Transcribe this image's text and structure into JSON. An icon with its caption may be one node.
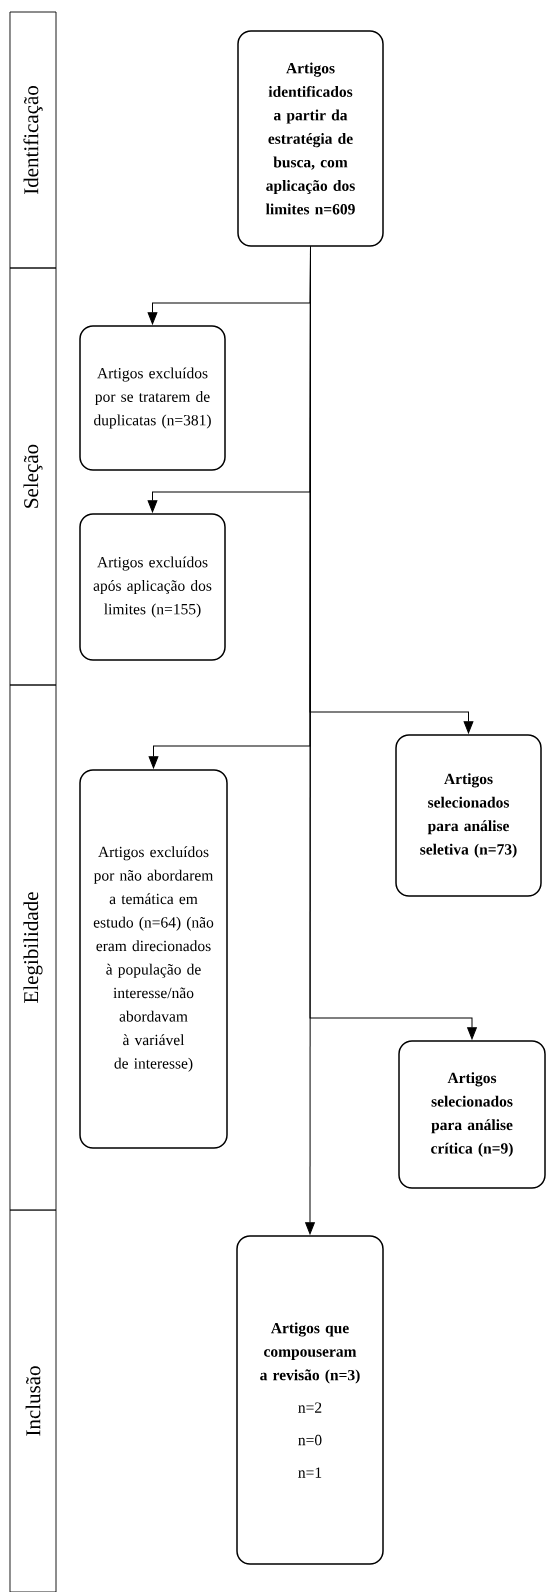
{
  "diagram": {
    "nodes": [
      {
        "text": [
          "Identificação"
        ]
      },
      {
        "text": [
          "Seleção"
        ]
      },
      {
        "text": [
          "Elegibilidade"
        ]
      },
      {
        "text": [
          "Inclusão"
        ]
      },
      {
        "text": [
          "Artigos identificados a partir da estratégia de busca, com aplicação dos limites n=609"
        ]
      },
      {
        "text": [
          "Artigos excluídos por se tratarem de duplicatas (n=381)"
        ]
      },
      {
        "text": [
          "Artigos excluídos após aplicação dos limites (n=155)"
        ]
      },
      {
        "text": [
          "Artigos selecionados para análise seletiva (n=73)"
        ]
      },
      {
        "text": [
          "Artigos excluídos por não abordarem a temática em estudo (n=64) (não eram direcionados à população de interesse/não abordavam à variável de interesse)"
        ]
      },
      {
        "text": [
          "Artigos selecionados para análise crítica (n=9)"
        ]
      },
      {
        "text": [
          "Artigos que compouseram a revisão (n=3)",
          "n=2",
          "n=0",
          "n=1"
        ]
      }
    ],
    "edges": [
      {
        "from": 4,
        "to": 5,
        "arrow": "to"
      },
      {
        "from": 4,
        "to": 6,
        "arrow": "to"
      },
      {
        "from": 4,
        "to": 7,
        "arrow": "to"
      },
      {
        "from": 4,
        "to": 8,
        "arrow": "to"
      },
      {
        "from": 4,
        "to": 9,
        "arrow": "to"
      },
      {
        "from": 4,
        "to": 10,
        "arrow": "to"
      }
    ]
  }
}
